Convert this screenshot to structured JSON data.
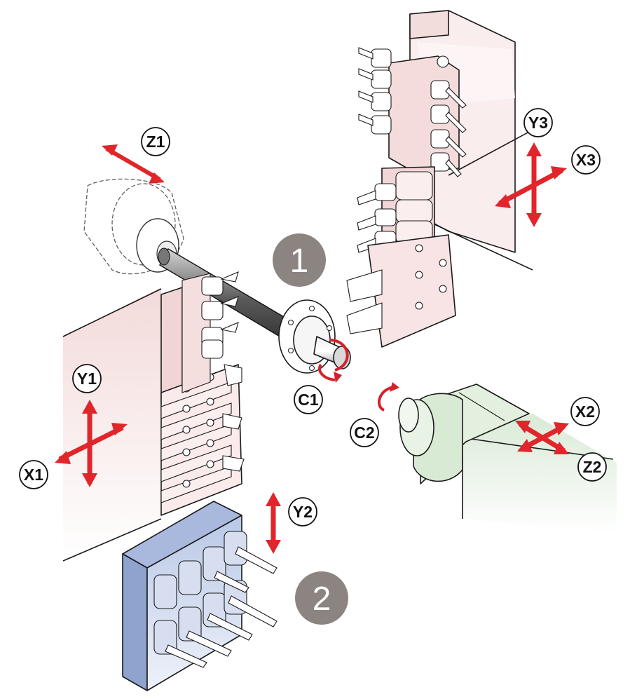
{
  "colors": {
    "arrow": "#e0262b",
    "rotation_arrow": "#d4212a",
    "turret_fill": "#f6e3e3",
    "turret_fill_light": "#fbefef",
    "tailstock_fill": "#dfeedd",
    "tool_block_fill": "#c8d3ea",
    "number_badge": "#8c8480",
    "outline": "#1a1a1a"
  },
  "axis_labels": {
    "z1": "Z1",
    "y1": "Y1",
    "x1": "X1",
    "c1": "C1",
    "c2": "C2",
    "y2": "Y2",
    "y3": "Y3",
    "x3": "X3",
    "x2": "X2",
    "z2": "Z2"
  },
  "number_badges": {
    "one": "1",
    "two": "2"
  }
}
